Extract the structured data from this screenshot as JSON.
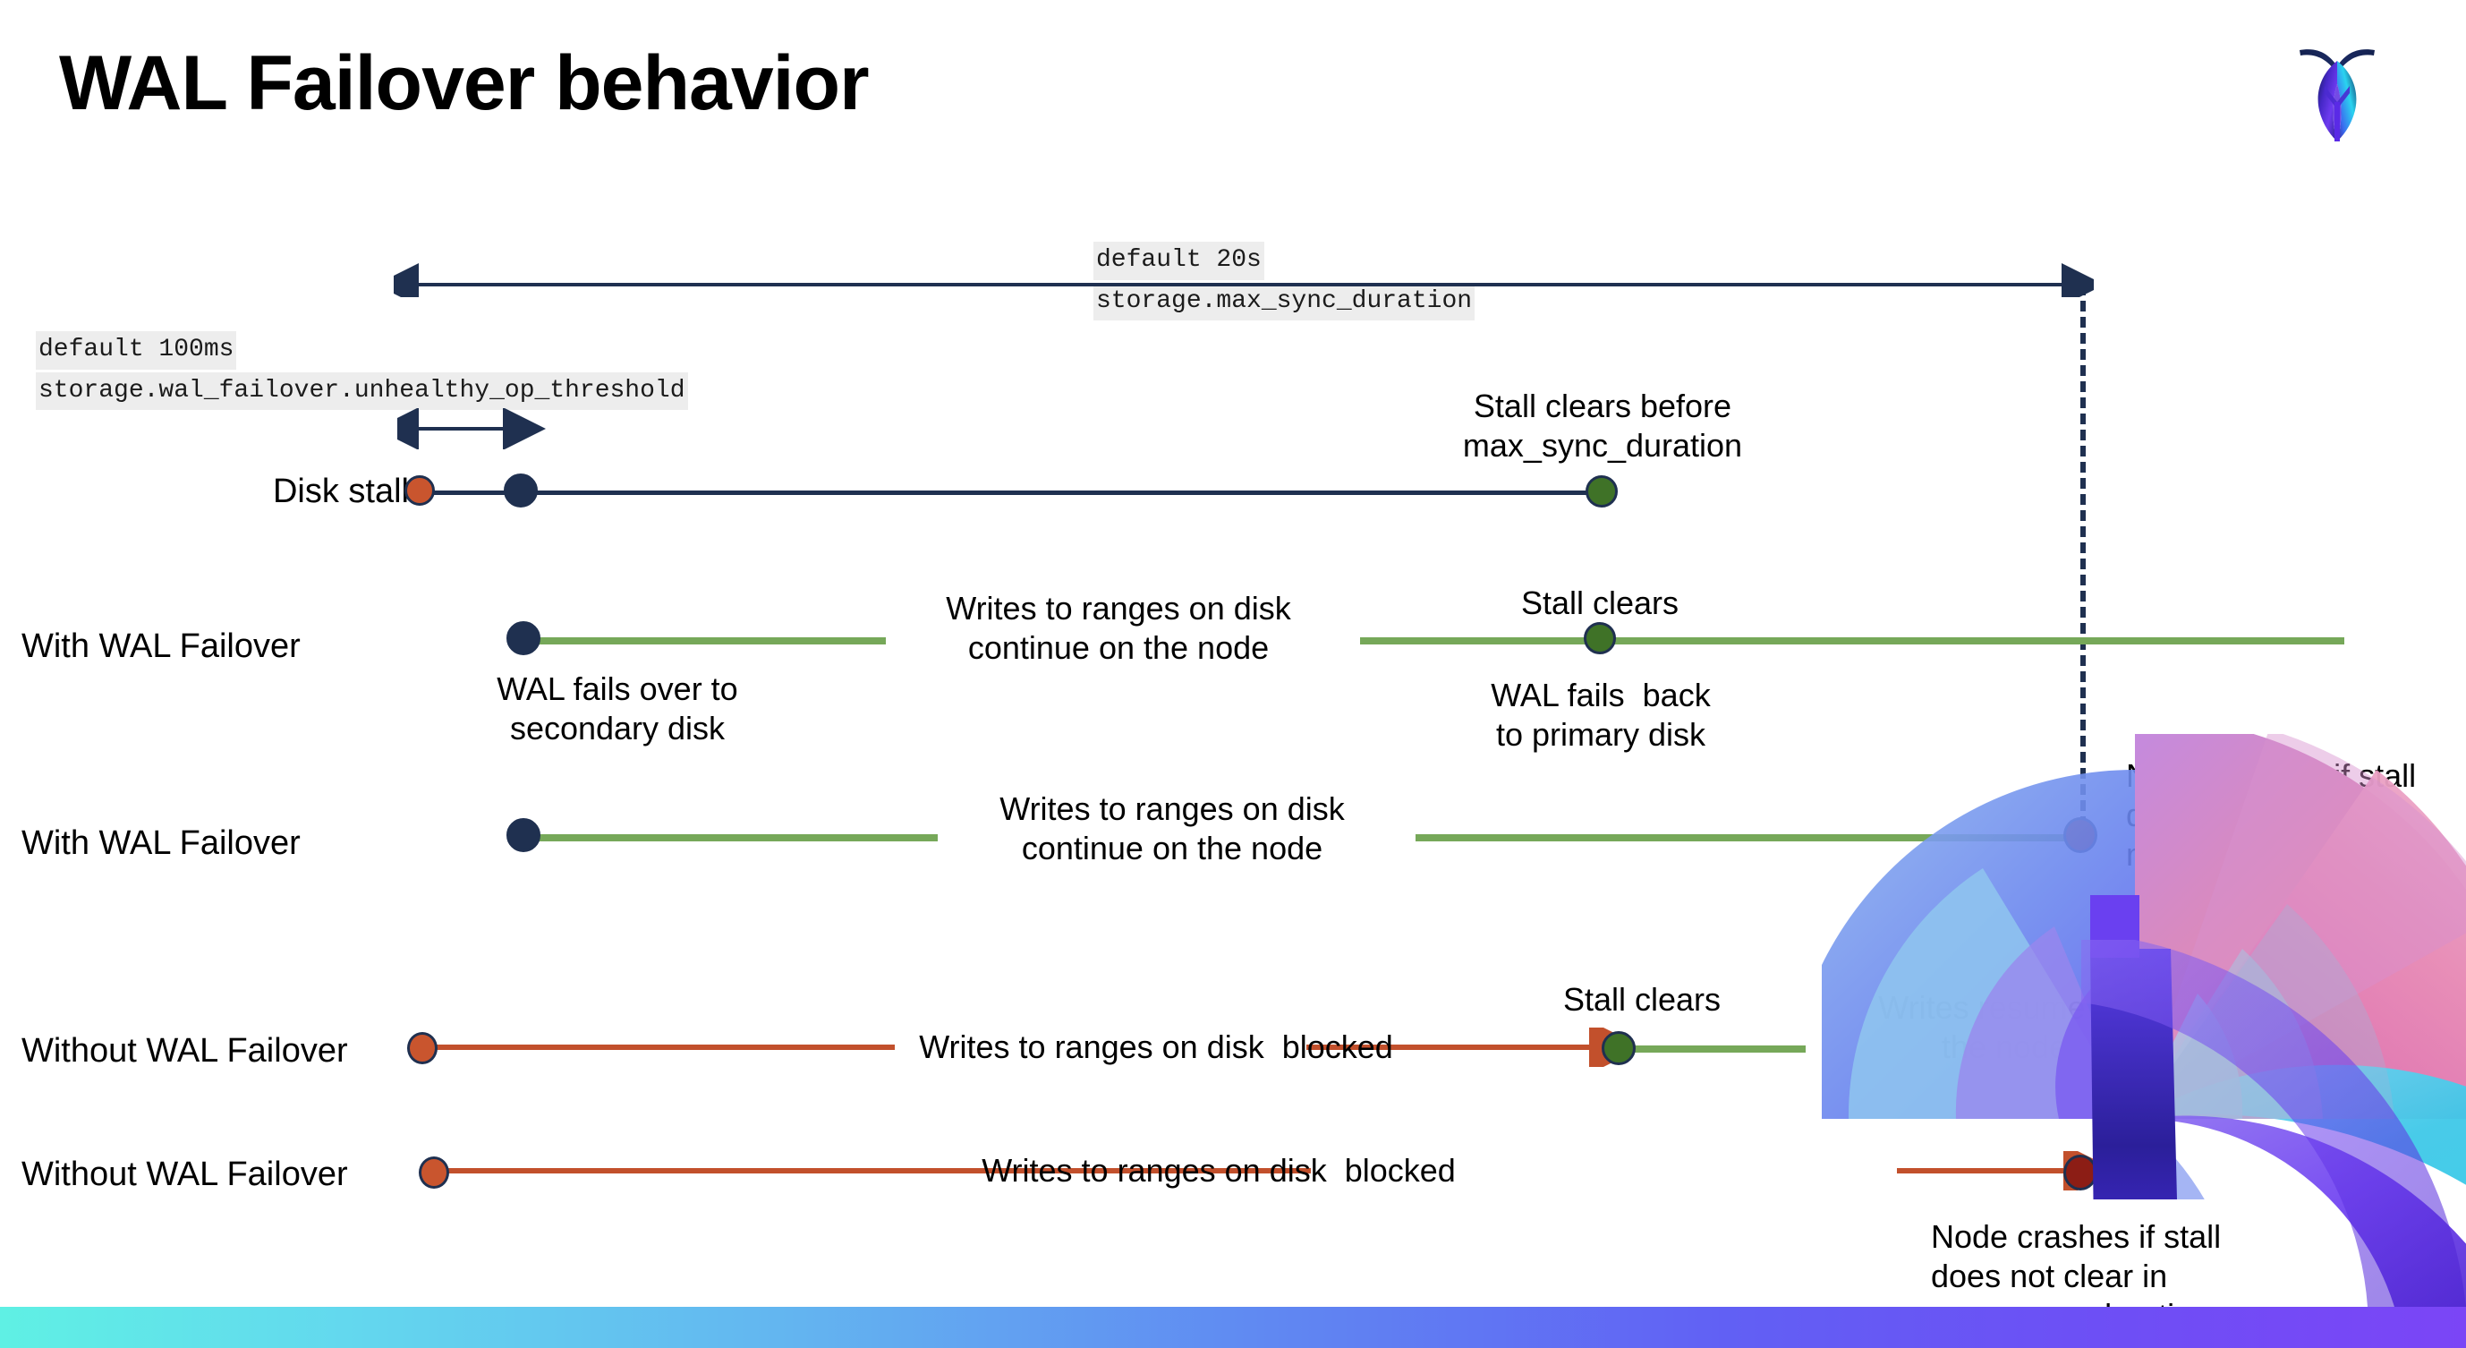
{
  "slide": {
    "title": "WAL Failover behavior",
    "logo_name": "cockroachdb-logo"
  },
  "callouts": {
    "max_sync": {
      "line1": "default 20s",
      "line2": "storage.max_sync_duration"
    },
    "unhealthy_op": {
      "line1": "default 100ms",
      "line2": "storage.wal_failover.unhealthy_op_threshold"
    }
  },
  "rows": [
    {
      "label": "Disk stalls"
    },
    {
      "label": "With WAL Failover"
    },
    {
      "label": "With WAL Failover"
    },
    {
      "label": "Without WAL Failover"
    },
    {
      "label": "Without WAL Failover"
    }
  ],
  "annotations": {
    "stall_clears_before": "Stall clears before\nmax_sync_duration",
    "stall_clears_1": "Stall clears",
    "stall_clears_2": "Stall clears",
    "writes_continue_1": "Writes to ranges on disk\ncontinue on the node",
    "writes_continue_2": "Writes to ranges on disk\ncontinue on the node",
    "wal_fails_over": "WAL fails over to\nsecondary disk",
    "wal_fails_back": "WAL fails  back\nto primary disk",
    "node_crashes_1": "Node crashes if stall\ndoes not clear in\nmax_sync_duration",
    "node_crashes_2": "Node crashes if stall\ndoes not clear in\nmax_sync_duration",
    "writes_blocked_1": "Writes to ranges on disk  blocked",
    "writes_blocked_2": "Writes to ranges on disk  blocked",
    "writes_resume": "Writes resume on\nthe node"
  },
  "colors": {
    "navy": "#1f3050",
    "green_line": "#76a859",
    "green_dot": "#3f7227",
    "orange_dot": "#c9552e",
    "red_line": "#c2502c",
    "dark_red_dot": "#8c1d15",
    "code_bg": "#ededed",
    "bar_start": "#5ff0e4",
    "bar_end": "#7b45f6"
  }
}
